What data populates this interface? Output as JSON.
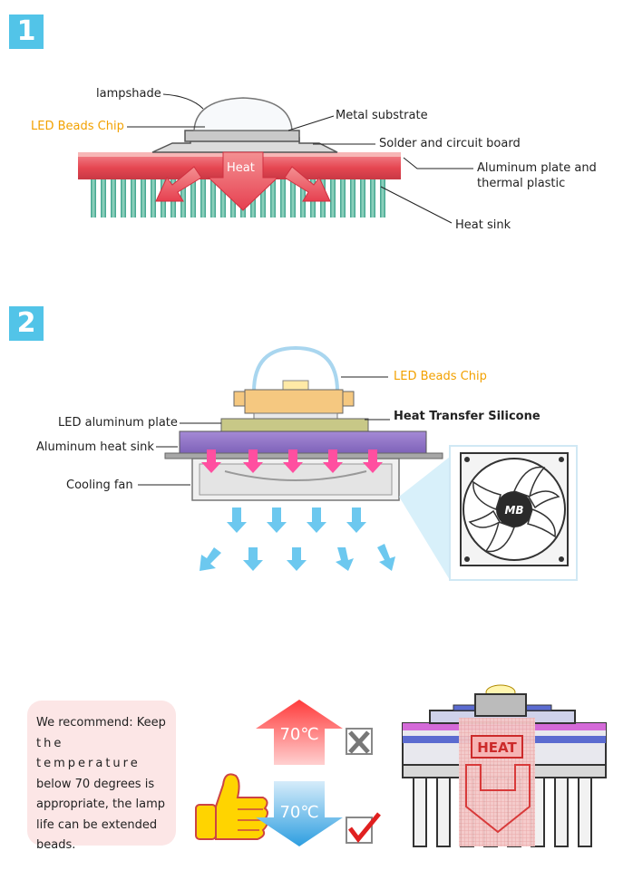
{
  "sections": [
    {
      "number": "1"
    },
    {
      "number": "2"
    }
  ],
  "diagram1": {
    "labels": {
      "lampshade": "lampshade",
      "chip": "LED Beads Chip",
      "metal": "Metal substrate",
      "solder": "Solder and circuit board",
      "aluminum_line1": "Aluminum plate and",
      "aluminum_line2": "thermal plastic",
      "heatsink": "Heat sink",
      "heat": "Heat"
    },
    "colors": {
      "chip_label": "#f2a100",
      "plate": "#e8505b",
      "arrow": "#ef5a60",
      "badge": "#52c4e8"
    }
  },
  "diagram2": {
    "labels": {
      "chip": "LED Beads Chip",
      "silicone": "Heat Transfer Silicone",
      "led_plate": "LED aluminum plate",
      "heatsink": "Aluminum heat sink",
      "fan": "Cooling fan",
      "fan_logo": "MB"
    },
    "colors": {
      "sink": "#8b6fc4",
      "heat_arrow": "#ff4fa0",
      "air_arrow": "#6cc8ef"
    }
  },
  "section3": {
    "recommendation": {
      "line1": "We recommend: Keep",
      "line2": "the temperature",
      "line3": "below 70 degrees is",
      "line4": "appropriate, the lamp",
      "line5": "life can be extended",
      "line6": "beads."
    },
    "temp_high": "70℃",
    "temp_low": "70℃",
    "heat_label": "HEAT",
    "marks": {
      "high": "cross-icon",
      "low": "check-icon"
    },
    "colors": {
      "high": "#ff4a4a",
      "low": "#3aa6e0",
      "check": "#e02020"
    }
  }
}
